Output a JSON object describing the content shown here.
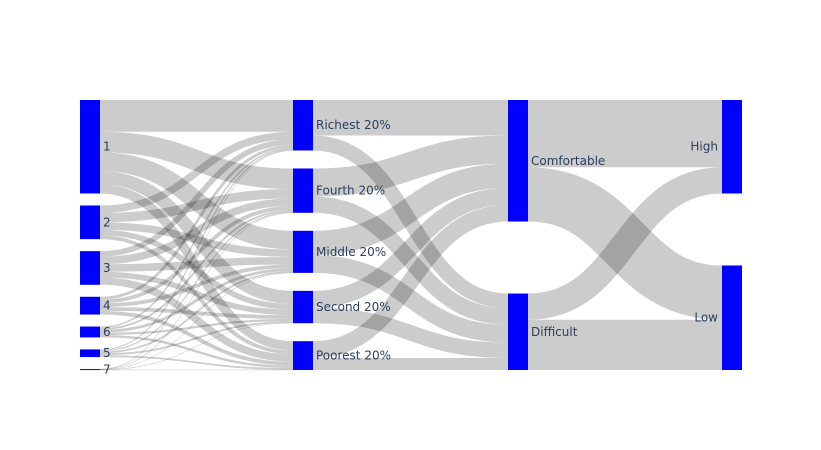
{
  "chart_data": {
    "type": "sankey",
    "node_color": "#0000ff",
    "link_color": "rgba(0,0,0,0.2)",
    "columns": [
      [
        "1",
        "2",
        "3",
        "4",
        "6",
        "5",
        "7"
      ],
      [
        "Richest 20%",
        "Fourth 20%",
        "Middle 20%",
        "Second 20%",
        "Poorest 20%"
      ],
      [
        "Comfortable",
        "Difficult"
      ],
      [
        "High",
        "Low"
      ]
    ],
    "links": [
      {
        "source": "1",
        "target": "Richest 20%",
        "value": 17
      },
      {
        "source": "1",
        "target": "Fourth 20%",
        "value": 11
      },
      {
        "source": "1",
        "target": "Middle 20%",
        "value": 10
      },
      {
        "source": "1",
        "target": "Second 20%",
        "value": 7
      },
      {
        "source": "1",
        "target": "Poorest 20%",
        "value": 5
      },
      {
        "source": "2",
        "target": "Richest 20%",
        "value": 4
      },
      {
        "source": "2",
        "target": "Fourth 20%",
        "value": 5
      },
      {
        "source": "2",
        "target": "Middle 20%",
        "value": 4
      },
      {
        "source": "2",
        "target": "Second 20%",
        "value": 3
      },
      {
        "source": "2",
        "target": "Poorest 20%",
        "value": 2
      },
      {
        "source": "3",
        "target": "Richest 20%",
        "value": 3
      },
      {
        "source": "3",
        "target": "Fourth 20%",
        "value": 4
      },
      {
        "source": "3",
        "target": "Middle 20%",
        "value": 4
      },
      {
        "source": "3",
        "target": "Second 20%",
        "value": 3
      },
      {
        "source": "3",
        "target": "Poorest 20%",
        "value": 4
      },
      {
        "source": "4",
        "target": "Richest 20%",
        "value": 1.5
      },
      {
        "source": "4",
        "target": "Fourth 20%",
        "value": 2
      },
      {
        "source": "4",
        "target": "Middle 20%",
        "value": 2
      },
      {
        "source": "4",
        "target": "Second 20%",
        "value": 2
      },
      {
        "source": "4",
        "target": "Poorest 20%",
        "value": 2
      },
      {
        "source": "6",
        "target": "Richest 20%",
        "value": 0.8
      },
      {
        "source": "6",
        "target": "Fourth 20%",
        "value": 1
      },
      {
        "source": "6",
        "target": "Middle 20%",
        "value": 1.5
      },
      {
        "source": "6",
        "target": "Second 20%",
        "value": 1.2
      },
      {
        "source": "6",
        "target": "Poorest 20%",
        "value": 1.3
      },
      {
        "source": "5",
        "target": "Richest 20%",
        "value": 0.6
      },
      {
        "source": "5",
        "target": "Fourth 20%",
        "value": 0.6
      },
      {
        "source": "5",
        "target": "Middle 20%",
        "value": 0.9
      },
      {
        "source": "5",
        "target": "Second 20%",
        "value": 1
      },
      {
        "source": "5",
        "target": "Poorest 20%",
        "value": 1
      },
      {
        "source": "7",
        "target": "Richest 20%",
        "value": 0.1
      },
      {
        "source": "7",
        "target": "Fourth 20%",
        "value": 0.1
      },
      {
        "source": "7",
        "target": "Middle 20%",
        "value": 0.1
      },
      {
        "source": "7",
        "target": "Second 20%",
        "value": 0.1
      },
      {
        "source": "7",
        "target": "Poorest 20%",
        "value": 0.1
      },
      {
        "source": "Richest 20%",
        "target": "Comfortable",
        "value": 19
      },
      {
        "source": "Richest 20%",
        "target": "Difficult",
        "value": 8
      },
      {
        "source": "Fourth 20%",
        "target": "Comfortable",
        "value": 15
      },
      {
        "source": "Fourth 20%",
        "target": "Difficult",
        "value": 8.7
      },
      {
        "source": "Middle 20%",
        "target": "Comfortable",
        "value": 13
      },
      {
        "source": "Middle 20%",
        "target": "Difficult",
        "value": 9.5
      },
      {
        "source": "Second 20%",
        "target": "Comfortable",
        "value": 9
      },
      {
        "source": "Second 20%",
        "target": "Difficult",
        "value": 8.3
      },
      {
        "source": "Poorest 20%",
        "target": "Comfortable",
        "value": 9
      },
      {
        "source": "Poorest 20%",
        "target": "Difficult",
        "value": 6.4
      },
      {
        "source": "Comfortable",
        "target": "High",
        "value": 36
      },
      {
        "source": "Comfortable",
        "target": "Low",
        "value": 29
      },
      {
        "source": "Difficult",
        "target": "High",
        "value": 14
      },
      {
        "source": "Difficult",
        "target": "Low",
        "value": 26.9
      }
    ]
  }
}
